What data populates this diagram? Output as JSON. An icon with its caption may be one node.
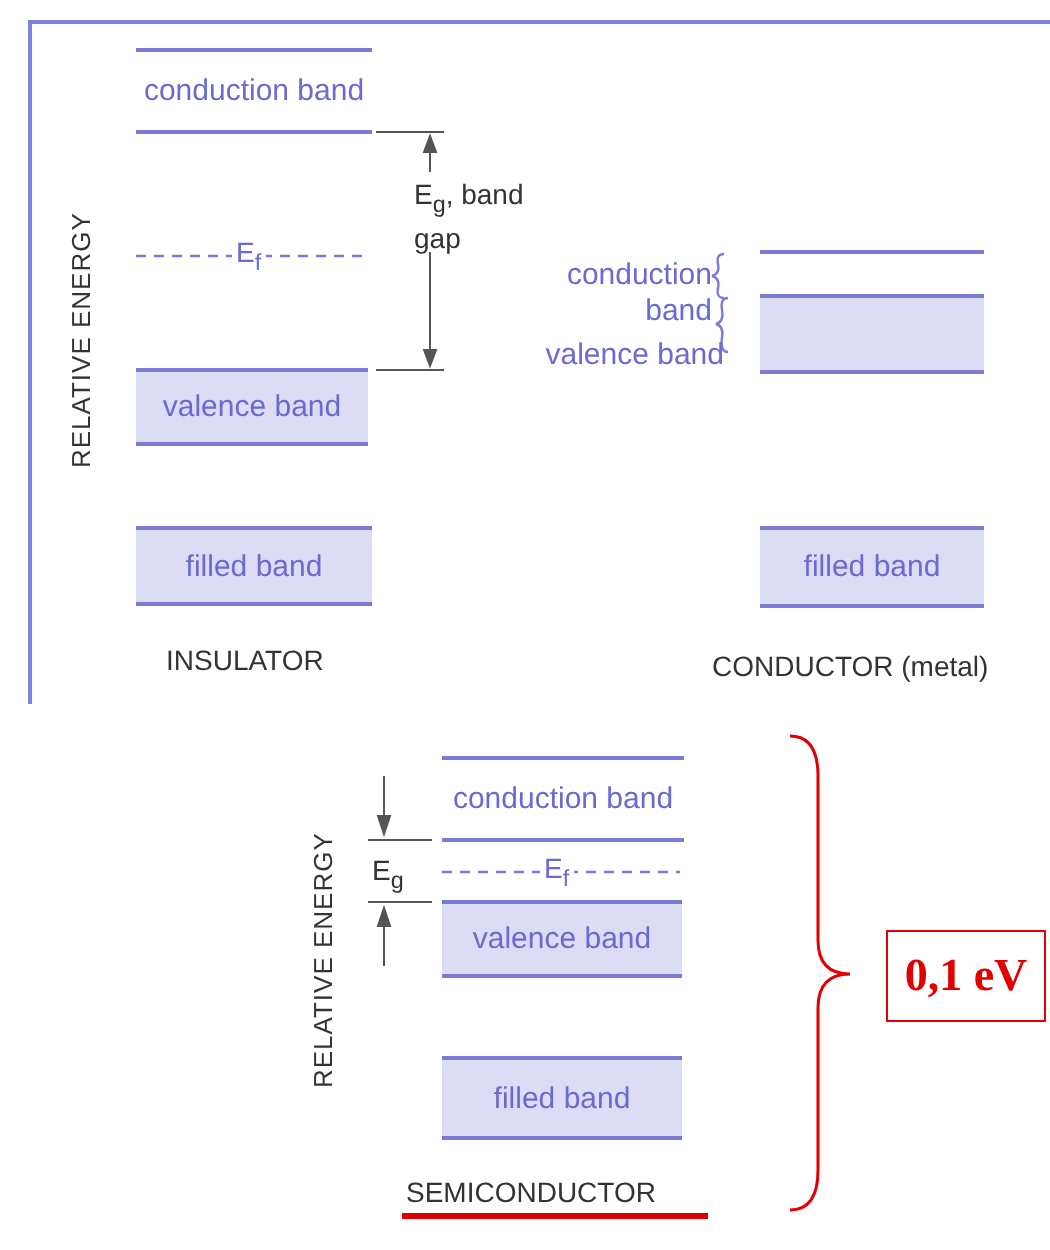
{
  "diagram": {
    "nodes": [
      {
        "text": [
          "conduction band"
        ]
      },
      {
        "text": [
          "valence band"
        ]
      },
      {
        "text": [
          "filled band"
        ]
      },
      {
        "text": [],
        "shape": "box",
        "beside": [
          "conduction band"
        ]
      },
      {
        "text": [],
        "shape": "box",
        "beside": [
          "valence band"
        ]
      },
      {
        "text": [
          "filled band"
        ]
      },
      {
        "text": [
          "conduction band"
        ]
      },
      {
        "text": [
          "valence band"
        ]
      },
      {
        "text": [
          "filled band"
        ]
      },
      {
        "text": [
          "0,1 eV"
        ]
      }
    ],
    "labels": [
      "RELATIVE ENERGY",
      "E$_{f}$",
      "E$_{g}$, band gap",
      "INSULATOR",
      "CONDUCTOR (metal)",
      "RELATIVE ENERGY",
      "E$_{g}$",
      "E$_{f}$",
      "SEMICONDUCTOR"
    ]
  }
}
